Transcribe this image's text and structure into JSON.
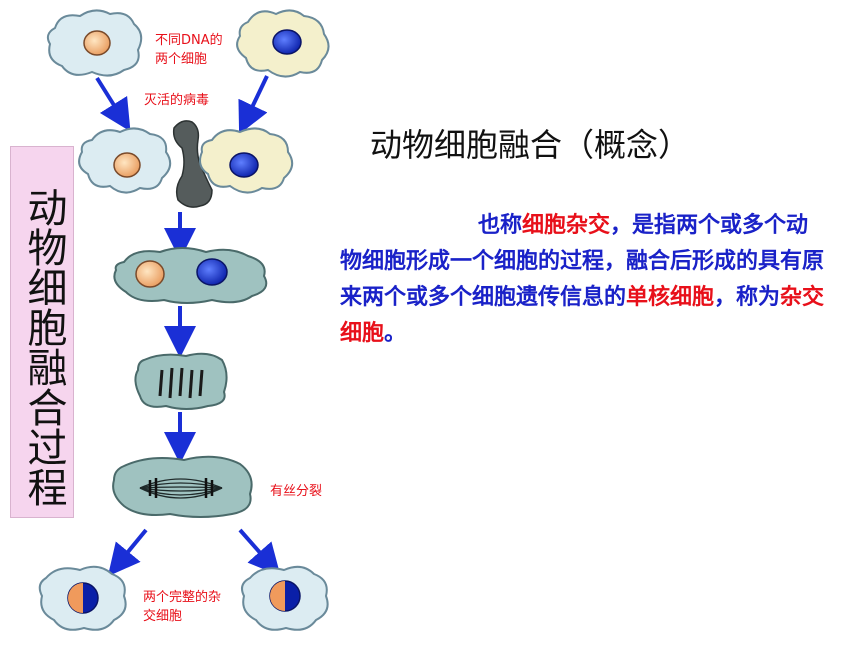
{
  "labels": {
    "different_dna": "不同DNA的",
    "two_cells": "两个细胞",
    "inactivated_virus": "灭活的病毒",
    "mitosis": "有丝分裂",
    "two_complete": "两个完整的杂",
    "hybrid_cells": "交细胞"
  },
  "side_title": "动物细胞融合过程",
  "title": "动物细胞融合（概念）",
  "description": {
    "part1": "也称",
    "part2": "细胞杂交",
    "part3": "，是指两个或多个动物细胞形成一个细胞的过程，融合后形成的具有原来两个或多个细胞遗传信息的",
    "part4": "单核细胞",
    "part5": "，称为",
    "part6": "杂交细胞",
    "part7": "。"
  },
  "colors": {
    "cell_fill": "#dcecf2",
    "fused_cell_fill": "#9fc2c0",
    "arrow": "#1a2fd6",
    "red_text": "#e8101a",
    "blue_text": "#1a22c8",
    "side_box": "#f6d5ee"
  }
}
